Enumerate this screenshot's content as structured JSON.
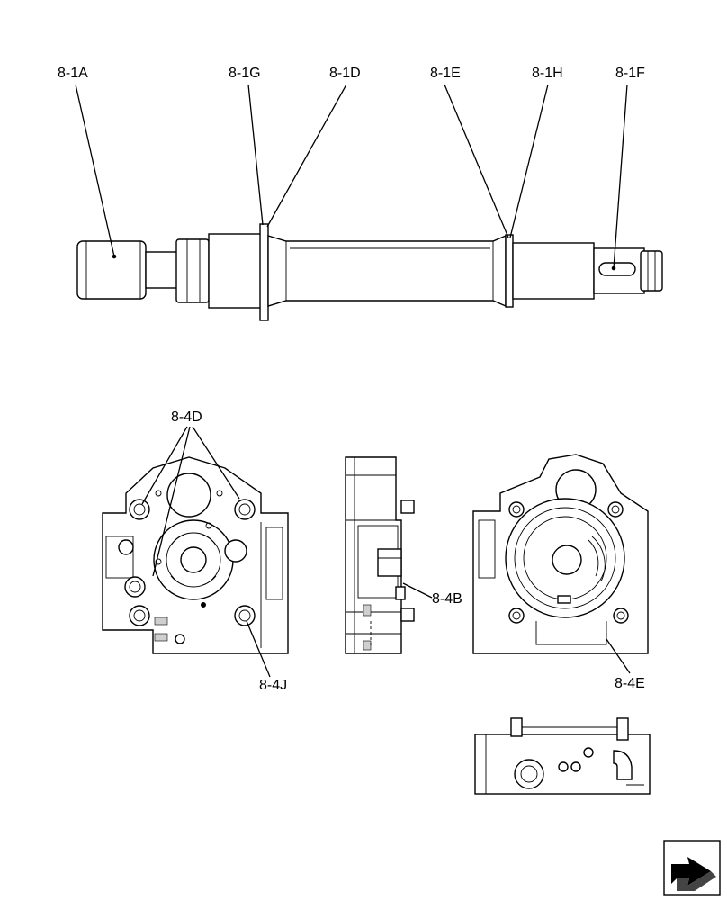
{
  "callouts": {
    "a1": "8-1A",
    "g1": "8-1G",
    "d1": "8-1D",
    "e1": "8-1E",
    "h1": "8-1H",
    "f1": "8-1F",
    "d4": "8-4D",
    "b4": "8-4B",
    "j4": "8-4J",
    "e4": "8-4E"
  },
  "icons": {
    "nav": "next-page-arrow-icon"
  }
}
